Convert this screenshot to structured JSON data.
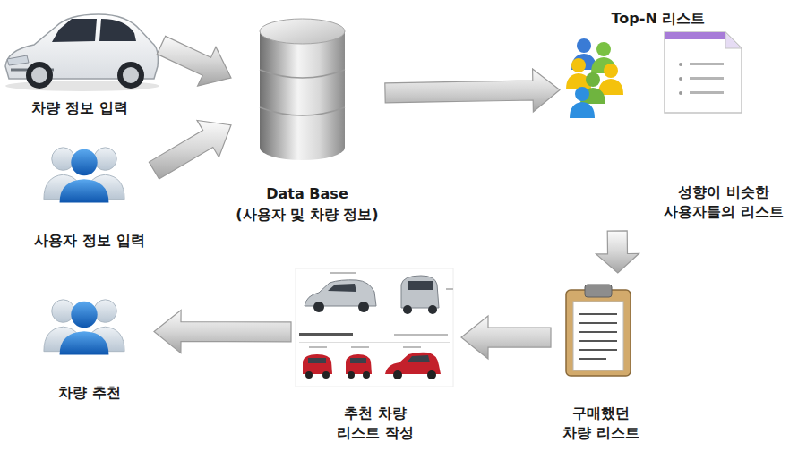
{
  "diagram": {
    "nodes": [
      {
        "text": [
          "차량 정보 입력"
        ]
      },
      {
        "text": [
          "사용자 정보 입력"
        ]
      },
      {
        "text": [
          "Data Base",
          "(사용자 및 차량 정보)"
        ]
      },
      {
        "text": [
          "Top-N 리스트",
          "성향이 비슷한 사용자들의 리스트"
        ]
      },
      {
        "text": [
          "구매했던 차량 리스트"
        ]
      },
      {
        "text": [
          "추천 차량 리스트 작성"
        ]
      },
      {
        "text": [
          "차량 추천"
        ]
      }
    ],
    "edges": [
      {
        "from": 0,
        "to": 2,
        "arrow": "to"
      },
      {
        "from": 1,
        "to": 2,
        "arrow": "to"
      },
      {
        "from": 2,
        "to": 3,
        "arrow": "to"
      },
      {
        "from": 3,
        "to": 4,
        "arrow": "to"
      },
      {
        "from": 4,
        "to": 5,
        "arrow": "to"
      },
      {
        "from": 5,
        "to": 6,
        "arrow": "to"
      }
    ]
  }
}
